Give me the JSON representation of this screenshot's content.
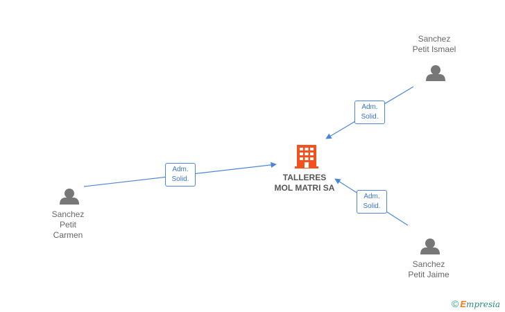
{
  "company": {
    "name_line1": "TALLERES",
    "name_line2": "MOL MATRI SA",
    "icon": "building-icon",
    "color": "#f4511e"
  },
  "people": [
    {
      "id": "ismael",
      "lines": [
        "Sanchez",
        "Petit Ismael"
      ],
      "icon": "person-icon"
    },
    {
      "id": "carmen",
      "lines": [
        "Sanchez",
        "Petit",
        "Carmen"
      ],
      "icon": "person-icon"
    },
    {
      "id": "jaime",
      "lines": [
        "Sanchez",
        "Petit Jaime"
      ],
      "icon": "person-icon"
    }
  ],
  "relations": [
    {
      "from": "ismael",
      "line1": "Adm.",
      "line2": "Solid."
    },
    {
      "from": "carmen",
      "line1": "Adm.",
      "line2": "Solid."
    },
    {
      "from": "jaime",
      "line1": "Adm.",
      "line2": "Solid."
    }
  ],
  "colors": {
    "edge": "#4a86d8",
    "person": "#777777",
    "text": "#666666"
  },
  "brand": {
    "copyright": "©",
    "e": "E",
    "rest": "mpresia"
  }
}
